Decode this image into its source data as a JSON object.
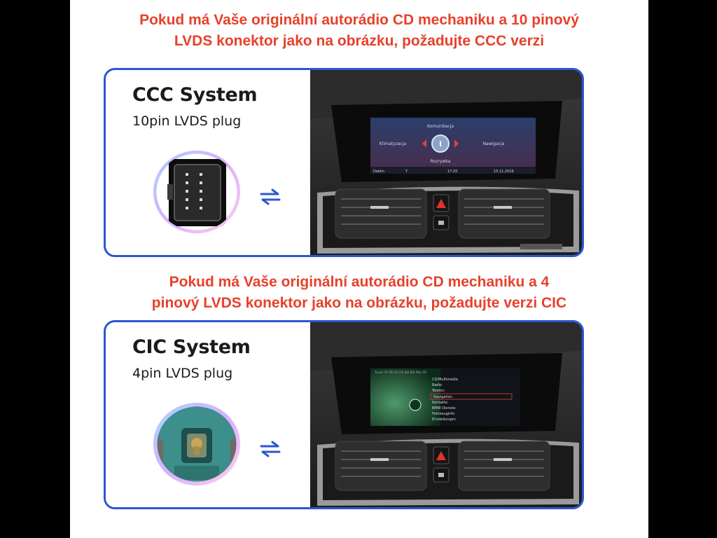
{
  "heading_top": {
    "line1": "Pokud má Vaše originální autorádio CD mechaniku a 10 pinový",
    "line2": "LVDS konektor jako na obrázku, požadujte CCC verzi"
  },
  "heading_bottom": {
    "line1": "Pokud má Vaše originální autorádio CD mechaniku a 4",
    "line2": "pinový LVDS konektor jako na obrázku, požadujte verzi CIC"
  },
  "ccc": {
    "title": "CCC System",
    "subtitle": "10pin LVDS plug",
    "screen": {
      "menu_top": "Komunikacja",
      "menu_left": "Klimatyzacja",
      "menu_right": "Nawigacja",
      "menu_bottom": "Rozrywka",
      "status_left": "Deblin",
      "status_t": "T",
      "time": "17:20",
      "date": "15.11.2016"
    }
  },
  "cic": {
    "title": "CIC System",
    "subtitle": "4pin LVDS plug",
    "screen": {
      "top_bar": "Tuner  VI  VR  H1  H5  Kol  Kol  Mul  30",
      "menu": [
        "CD/Multimedia",
        "Radio",
        "Telefon",
        "Navigation",
        "Kontakte",
        "BMW Dienste",
        "Fahrzeuginfo",
        "Einstellungen"
      ],
      "selected_index": 3
    }
  },
  "colors": {
    "heading": "#e8402a",
    "card_border": "#2a57d6",
    "swap_arrows": "#2a57d6"
  }
}
